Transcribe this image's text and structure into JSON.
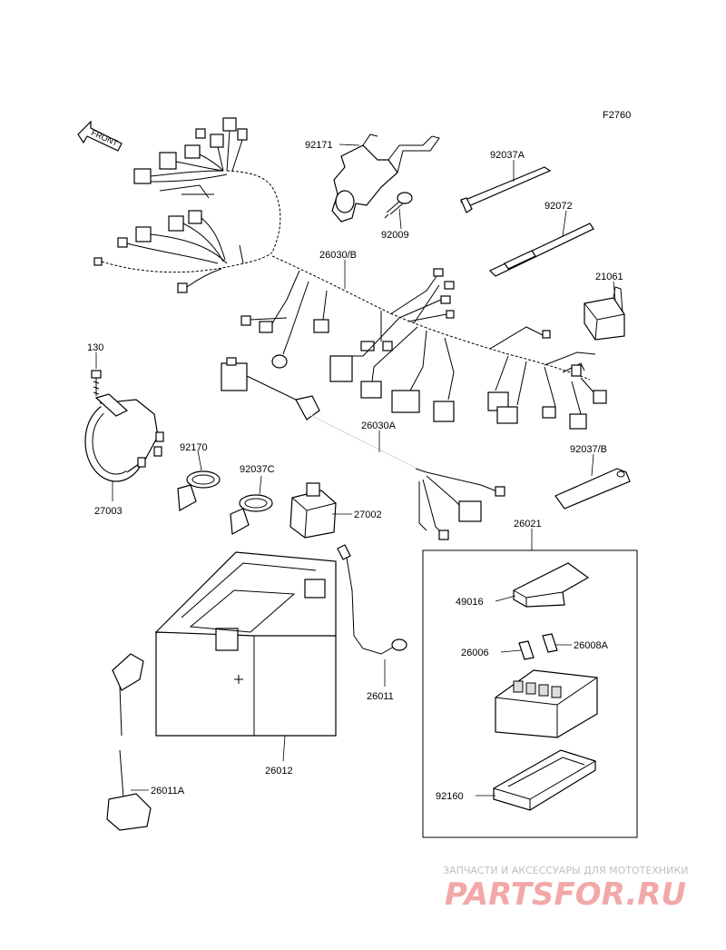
{
  "figure_code": "F2760",
  "front_label": "FRONT",
  "watermark": {
    "line1": "ЗАПЧАСТИ И АКСЕССУАРЫ ДЛЯ МОТОТЕХНИКИ",
    "brand": "PARTSFOR.RU"
  },
  "part_numbers": {
    "p92171": "92171",
    "p92037A": "92037A",
    "p92009": "92009",
    "p92072": "92072",
    "p26030B": "26030/B",
    "p21061": "21061",
    "p130": "130",
    "p26030A": "26030A",
    "p92170": "92170",
    "p92037C": "92037C",
    "p27002": "27002",
    "p27003": "27003",
    "p92037B": "92037/B",
    "p26021": "26021",
    "p49016": "49016",
    "p26006": "26006",
    "p26008A": "26008A",
    "p26011": "26011",
    "p26012": "26012",
    "p26011A": "26011A",
    "p92160": "92160"
  },
  "colors": {
    "line": "#000000",
    "background": "#ffffff",
    "watermark_text": "#c0c0c0",
    "watermark_brand": "#f2a8a8"
  }
}
